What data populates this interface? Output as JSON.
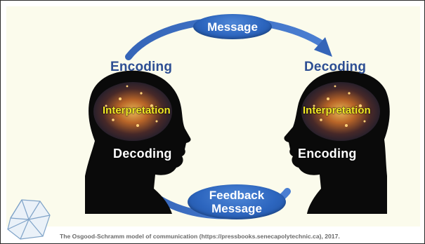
{
  "diagram": {
    "top_bubble": "Message",
    "bottom_bubble_line1": "Feedback",
    "bottom_bubble_line2": "Message",
    "left_head": {
      "top_label": "Encoding",
      "brain_label": "Interpretation",
      "bottom_label": "Decoding"
    },
    "right_head": {
      "top_label": "Decoding",
      "brain_label": "Interpretation",
      "bottom_label": "Encoding"
    },
    "arrow_color": "#3565b8",
    "label_color": "#2d4e93",
    "interpretation_color": "#f2ea25"
  },
  "caption": "The Osgood-Schramm model of communication (https://pressbooks.senecapolytechnic.ca), 2017."
}
